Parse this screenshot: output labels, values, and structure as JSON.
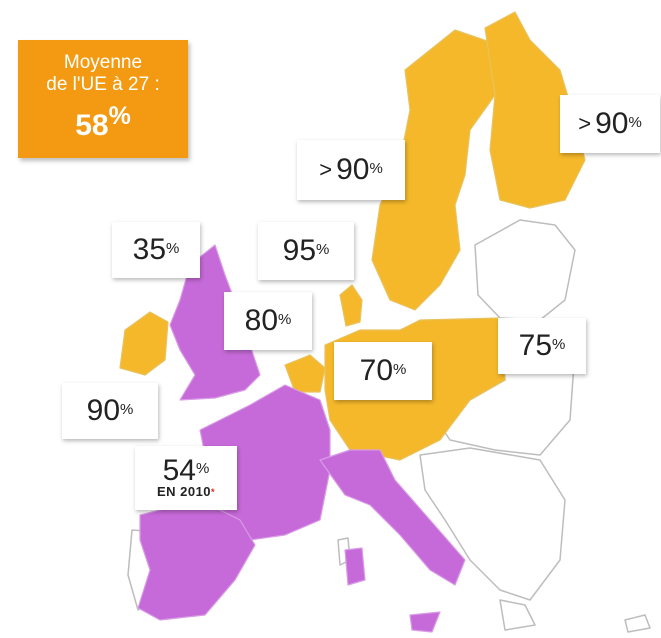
{
  "average": {
    "line1": "Moyenne",
    "line2": "de l'UE à 27 :",
    "value": "58",
    "unit": "%"
  },
  "colors": {
    "orange": "#f4b82a",
    "purple": "#c66ad9",
    "other": "#ffffff",
    "border": "#bdbdbd",
    "avg_box": "#f39a12"
  },
  "callouts": {
    "finland": {
      "prefix": ">",
      "value": "90",
      "unit": "%"
    },
    "sweden": {
      "prefix": ">",
      "value": "90",
      "unit": "%"
    },
    "scotland": {
      "value": "35",
      "unit": "%"
    },
    "denmark": {
      "value": "95",
      "unit": "%"
    },
    "england": {
      "value": "80",
      "unit": "%"
    },
    "poland": {
      "value": "75",
      "unit": "%"
    },
    "germany": {
      "value": "70",
      "unit": "%"
    },
    "ireland": {
      "value": "90",
      "unit": "%"
    },
    "france": {
      "value": "54",
      "unit": "%",
      "note": "EN 2010",
      "note_mark": "*"
    }
  }
}
